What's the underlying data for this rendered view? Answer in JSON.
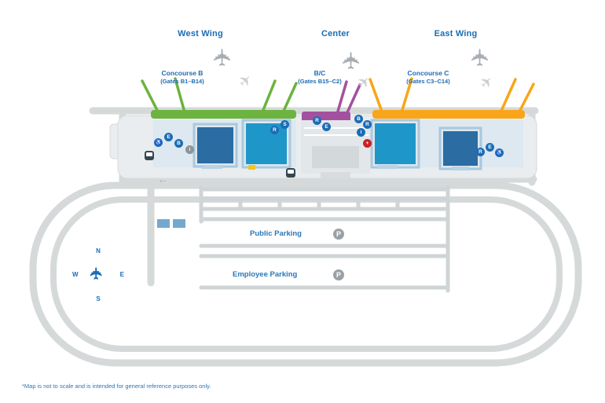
{
  "colors": {
    "accent_blue": "#1b6cb5",
    "road_gray": "#d6d9da",
    "concourse_b": "#6cb33f",
    "concourse_bc": "#a3519f",
    "concourse_c": "#f9a51a",
    "gate_dark": "#2b6ca3",
    "gate_teal": "#1e96c8",
    "highlight_yellow": "#f5c518",
    "first_aid_red": "#cd2027"
  },
  "wings": {
    "west": "West Wing",
    "center": "Center",
    "east": "East Wing"
  },
  "concourses": {
    "b": {
      "line1": "Concourse B",
      "line2": "(Gates B1–B14)"
    },
    "bc": {
      "line1": "B/C",
      "line2": "(Gates B15–C2)"
    },
    "c": {
      "line1": "Concourse C",
      "line2": "(Gates C3–C14)"
    }
  },
  "parking": {
    "public": "Public Parking",
    "employee": "Employee Parking",
    "symbol": "P"
  },
  "compass": {
    "n": "N",
    "e": "E",
    "s": "S",
    "w": "W"
  },
  "glyphs": {
    "plane": "✈",
    "arrow": "←"
  },
  "icons": [
    {
      "name": "wheelchair-icon",
      "glyph": "♿"
    },
    {
      "name": "elevator-icon",
      "glyph": "E"
    },
    {
      "name": "baggage-icon",
      "glyph": "B"
    },
    {
      "name": "info-icon",
      "glyph": "i"
    },
    {
      "name": "restroom-icon",
      "glyph": "R"
    },
    {
      "name": "stairs-icon",
      "glyph": "S"
    },
    {
      "name": "restroom-icon-2",
      "glyph": "R"
    },
    {
      "name": "elevator-icon-2",
      "glyph": "E"
    },
    {
      "name": "baggage-icon-2",
      "glyph": "B"
    },
    {
      "name": "restroom-icon-3",
      "glyph": "R"
    },
    {
      "name": "info-icon-2",
      "glyph": "i"
    },
    {
      "name": "first-aid-icon",
      "glyph": "+"
    },
    {
      "name": "restroom-icon-4",
      "glyph": "R"
    },
    {
      "name": "elevator-icon-3",
      "glyph": "E"
    },
    {
      "name": "wheelchair-icon-2",
      "glyph": "♿"
    }
  ],
  "caption": "*Map is not to scale and is intended for general reference purposes only."
}
